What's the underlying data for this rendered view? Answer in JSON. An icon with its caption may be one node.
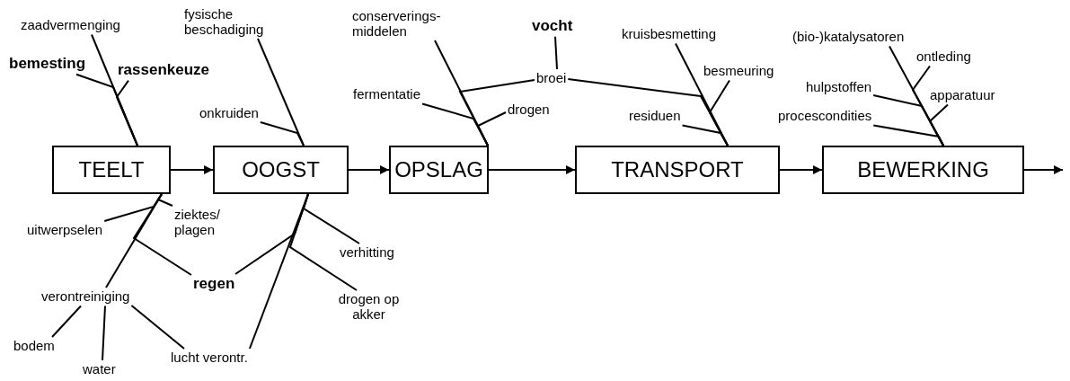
{
  "diagram": {
    "nodes": [
      {
        "text": [
          "zaadvermenging"
        ]
      },
      {
        "text": [
          "bemesting"
        ]
      },
      {
        "text": [
          "rassenkeuze"
        ]
      },
      {
        "text": [
          "fysische beschadiging"
        ]
      },
      {
        "text": [
          "onkruiden"
        ]
      },
      {
        "text": [
          "conserverings- middelen"
        ]
      },
      {
        "text": [
          "vocht"
        ]
      },
      {
        "text": [
          "broei"
        ]
      },
      {
        "text": [
          "fermentatie"
        ]
      },
      {
        "text": [
          "drogen"
        ]
      },
      {
        "text": [
          "kruisbesmetting"
        ]
      },
      {
        "text": [
          "besmeuring"
        ]
      },
      {
        "text": [
          "residuen"
        ]
      },
      {
        "text": [
          "(bio-)katalysatoren"
        ]
      },
      {
        "text": [
          "ontleding"
        ]
      },
      {
        "text": [
          "hulpstoffen"
        ]
      },
      {
        "text": [
          "apparatuur"
        ]
      },
      {
        "text": [
          "procescondities"
        ]
      },
      {
        "text": [
          "TEELT"
        ]
      },
      {
        "text": [
          "OOGST"
        ]
      },
      {
        "text": [
          "OPSLAG"
        ]
      },
      {
        "text": [
          "TRANSPORT"
        ]
      },
      {
        "text": [
          "BEWERKING"
        ]
      },
      {
        "text": [
          "ziektes/ plagen"
        ]
      },
      {
        "text": [
          "uitwerpselen"
        ]
      },
      {
        "text": [
          "verhitting"
        ]
      },
      {
        "text": [
          "regen"
        ]
      },
      {
        "text": [
          "verontreiniging"
        ]
      },
      {
        "text": [
          "drogen op akker"
        ]
      },
      {
        "text": [
          "bodem"
        ]
      },
      {
        "text": [
          "lucht verontr."
        ]
      },
      {
        "text": [
          "water"
        ]
      }
    ],
    "edges": [
      {
        "from": 18,
        "to": 19,
        "arrow": "to"
      },
      {
        "from": 19,
        "to": 20,
        "arrow": "to"
      },
      {
        "from": 20,
        "to": 21,
        "arrow": "to"
      },
      {
        "from": 21,
        "to": 22,
        "arrow": "to"
      },
      {
        "from": 22,
        "to": null,
        "arrow": "to"
      },
      {
        "from": 0,
        "to": 18,
        "arrow": "none"
      },
      {
        "from": 1,
        "to": 18,
        "arrow": "none"
      },
      {
        "from": 2,
        "to": 18,
        "arrow": "none"
      },
      {
        "from": 3,
        "to": 19,
        "arrow": "none"
      },
      {
        "from": 4,
        "to": 19,
        "arrow": "none"
      },
      {
        "from": 5,
        "to": 20,
        "arrow": "none"
      },
      {
        "from": 6,
        "to": 7,
        "arrow": "none"
      },
      {
        "from": 7,
        "to": 20,
        "arrow": "none"
      },
      {
        "from": 7,
        "to": 21,
        "arrow": "none"
      },
      {
        "from": 8,
        "to": 20,
        "arrow": "none"
      },
      {
        "from": 9,
        "to": 20,
        "arrow": "none"
      },
      {
        "from": 10,
        "to": 21,
        "arrow": "none"
      },
      {
        "from": 11,
        "to": 21,
        "arrow": "none"
      },
      {
        "from": 12,
        "to": 21,
        "arrow": "none"
      },
      {
        "from": 13,
        "to": 22,
        "arrow": "none"
      },
      {
        "from": 14,
        "to": 22,
        "arrow": "none"
      },
      {
        "from": 15,
        "to": 22,
        "arrow": "none"
      },
      {
        "from": 16,
        "to": 22,
        "arrow": "none"
      },
      {
        "from": 17,
        "to": 22,
        "arrow": "none"
      },
      {
        "from": 27,
        "to": 18,
        "arrow": "none"
      },
      {
        "from": 23,
        "to": 18,
        "arrow": "none"
      },
      {
        "from": 24,
        "to": 18,
        "arrow": "none"
      },
      {
        "from": 26,
        "to": 18,
        "arrow": "none"
      },
      {
        "from": 26,
        "to": 19,
        "arrow": "none"
      },
      {
        "from": 30,
        "to": 19,
        "arrow": "none"
      },
      {
        "from": 25,
        "to": 19,
        "arrow": "none"
      },
      {
        "from": 28,
        "to": 19,
        "arrow": "none"
      },
      {
        "from": 29,
        "to": 27,
        "arrow": "none"
      },
      {
        "from": 31,
        "to": 27,
        "arrow": "none"
      },
      {
        "from": 30,
        "to": 27,
        "arrow": "none"
      }
    ]
  }
}
